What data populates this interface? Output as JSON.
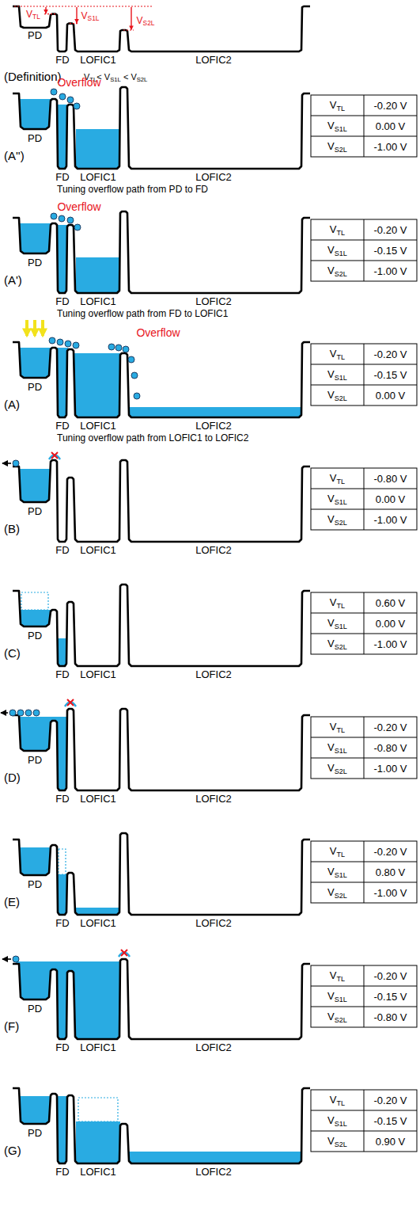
{
  "diagram": {
    "labels": [
      "VTL",
      "VS1L",
      "VS2L",
      "PD",
      "FD",
      "LOFIC1",
      "LOFIC2",
      "(Definition)",
      "VTL< VS1L < VS2L",
      "(A'')",
      "Overflow",
      "PD",
      "FD",
      "LOFIC1",
      "LOFIC2",
      "Tuning overflow path from PD to FD",
      "VTL",
      "-0.20 V",
      "VS1L",
      "0.00 V",
      "VS2L",
      "-1.00 V",
      "(A')",
      "Overflow",
      "PD",
      "FD",
      "LOFIC1",
      "LOFIC2",
      "Tuning overflow path from FD to LOFIC1",
      "VTL",
      "-0.20 V",
      "VS1L",
      "-0.15 V",
      "VS2L",
      "-1.00 V",
      "(A)",
      "Overflow",
      "PD",
      "FD",
      "LOFIC1",
      "LOFIC2",
      "Tuning overflow path from LOFIC1 to LOFIC2",
      "VTL",
      "-0.20 V",
      "VS1L",
      "-0.15 V",
      "VS2L",
      "0.00 V",
      "(B)",
      "PD",
      "FD",
      "LOFIC1",
      "LOFIC2",
      "VTL",
      "-0.80 V",
      "VS1L",
      "0.00 V",
      "VS2L",
      "-1.00 V",
      "(C)",
      "PD",
      "FD",
      "LOFIC1",
      "LOFIC2",
      "VTL",
      "0.60 V",
      "VS1L",
      "0.00 V",
      "VS2L",
      "-1.00 V",
      "(D)",
      "PD",
      "FD",
      "LOFIC1",
      "LOFIC2",
      "VTL",
      "-0.20 V",
      "VS1L",
      "-0.80 V",
      "VS2L",
      "-1.00 V",
      "(E)",
      "PD",
      "FD",
      "LOFIC1",
      "LOFIC2",
      "VTL",
      "-0.20 V",
      "VS1L",
      "0.80 V",
      "VS2L",
      "-1.00 V",
      "(F)",
      "PD",
      "FD",
      "LOFIC1",
      "LOFIC2",
      "VTL",
      "-0.20 V",
      "VS1L",
      "-0.15 V",
      "VS2L",
      "-0.80 V",
      "(G)",
      "PD",
      "FD",
      "LOFIC1",
      "LOFIC2",
      "VTL",
      "-0.20 V",
      "VS1L",
      "-0.15 V",
      "VS2L",
      "0.90 V"
    ]
  }
}
